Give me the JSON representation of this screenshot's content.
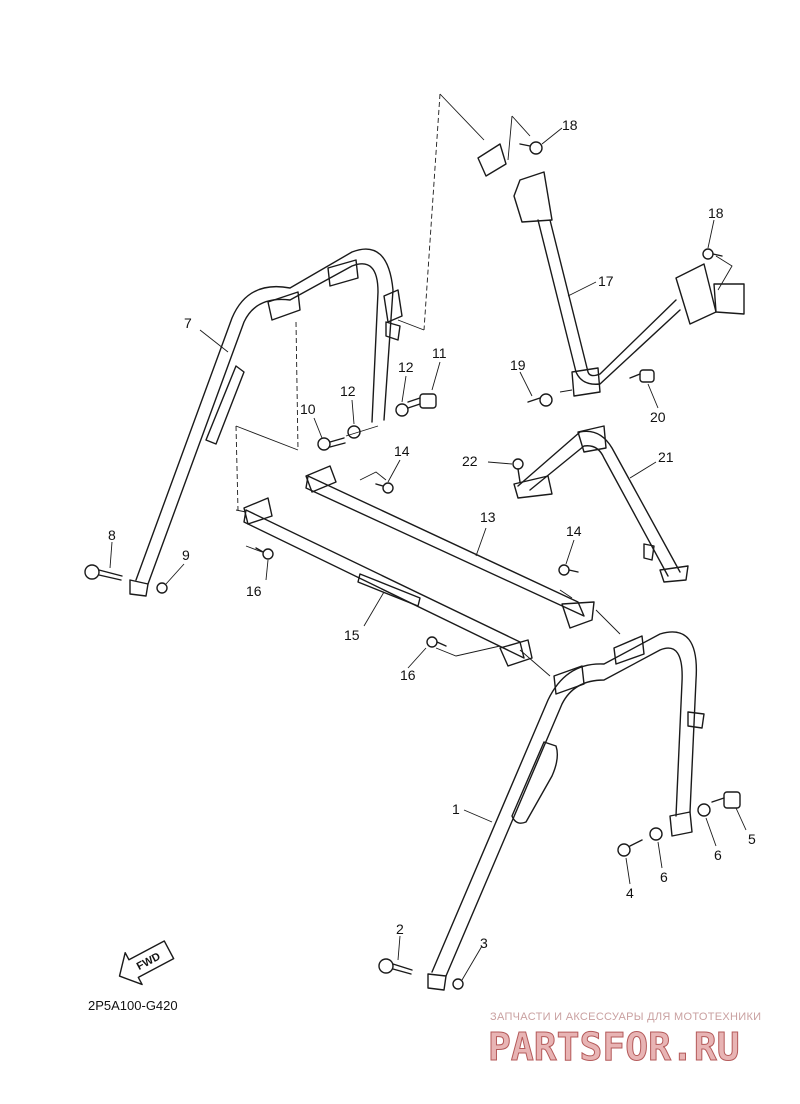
{
  "diagram": {
    "code": "2P5A100-G420",
    "fwd_label": "FWD",
    "callouts": {
      "c1": "1",
      "c2": "2",
      "c3": "3",
      "c4": "4",
      "c5": "5",
      "c6a": "6",
      "c6b": "6",
      "c7": "7",
      "c8": "8",
      "c9": "9",
      "c10": "10",
      "c11": "11",
      "c12a": "12",
      "c12b": "12",
      "c13": "13",
      "c14a": "14",
      "c14b": "14",
      "c15": "15",
      "c16a": "16",
      "c16b": "16",
      "c17": "17",
      "c18a": "18",
      "c18b": "18",
      "c19": "19",
      "c20": "20",
      "c21": "21",
      "c22": "22"
    }
  },
  "watermark": {
    "tagline": "ЗАПЧАСТИ И АКСЕССУАРЫ ДЛЯ МОТОТЕХНИКИ",
    "brand": "PARTSFOR.RU"
  }
}
